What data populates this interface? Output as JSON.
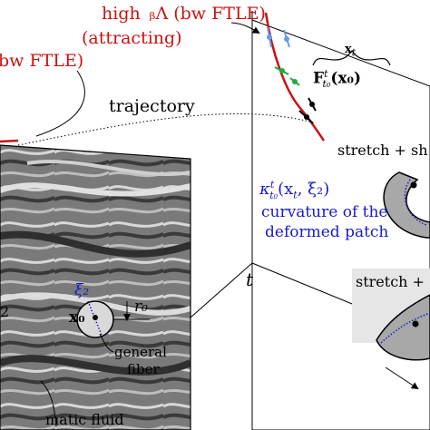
{
  "labels": {
    "high_ftle": "high  ᵦΛ (bw FTLE)",
    "attracting": "(attracting)",
    "bw_ftle_left": "bw FTLE)",
    "trajectory": "trajectory",
    "xt": "x",
    "xt_sub": "t",
    "flow_map": "F",
    "flow_map_sup": "t",
    "flow_map_sub": "t₀",
    "flow_map_arg": "(x₀)",
    "stretch_shear": "stretch + sh",
    "stretch_plus": "stretch +",
    "kappa": "κ",
    "kappa_sup": "t",
    "kappa_sub": "t₀",
    "kappa_arg": "(x",
    "kappa_arg_sub": "t",
    "kappa_arg_rest": ", ξ₂)",
    "curvature_line1": "curvature of the",
    "curvature_line2": "deformed patch",
    "t_axis": "t",
    "xi2": "ξ₂",
    "x0": "x₀",
    "r0": "r₀",
    "general": "general",
    "fiber": "fiber",
    "nematic_fluid": "matic fluid",
    "two": "2"
  },
  "colors": {
    "red": "#cc1111",
    "blue": "#1a1ac8",
    "green": "#22aa44",
    "black": "#000000",
    "panel_gray": "#e6e6e6"
  }
}
